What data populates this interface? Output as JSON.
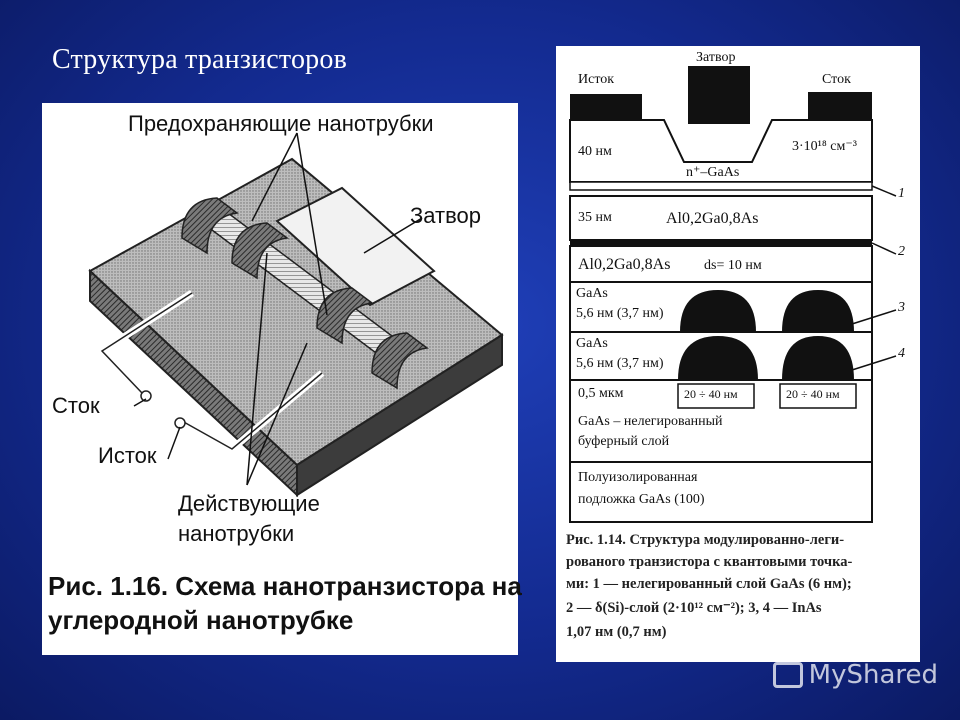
{
  "slide": {
    "title": "Структура транзисторов"
  },
  "left_figure": {
    "labels": {
      "protective": "Предохраняющие нанотрубки",
      "gate": "Затвор",
      "drain": "Сток",
      "source": "Исток",
      "active_line1": "Действующие",
      "active_line2": "нанотрубки"
    },
    "caption_line1": "Рис. 1.16. Схема нанотранзистора на",
    "caption_line2": "углеродной нанотрубке"
  },
  "right_figure": {
    "labels": {
      "source": "Исток",
      "gate": "Затвор",
      "drain": "Сток"
    },
    "layers": {
      "l1_thick": "40 нм",
      "l1_material": "n⁺–GaAs",
      "l1_doping": "3·10¹⁸ см⁻³",
      "l2_thick": "35 нм",
      "l2_material": "Al0,2Ga0,8As",
      "l3_material": "Al0,2Ga0,8As",
      "l3_ds": "ds= 10 нм",
      "l4_line1": "GaAs",
      "l4_line2": "5,6 нм (3,7 нм)",
      "l5_line1": "GaAs",
      "l5_line2": "5,6 нм (3,7 нм)",
      "l6_thick": "0,5 мкм",
      "l6_line1": "GaAs – нелегированный",
      "l6_line2": "буферный слой",
      "dot_width_a": "20 ÷ 40 нм",
      "dot_width_b": "20 ÷ 40 нм",
      "substrate_line1": "Полуизолированная",
      "substrate_line2": "подложка GaAs (100)"
    },
    "markers": [
      "1",
      "2",
      "3",
      "4"
    ],
    "caption_lines": [
      "Рис. 1.14. Структура модулированно-леги-",
      "рованого транзистора с квантовыми точка-",
      "ми: 1 — нелегированный слой GaAs (6 нм);",
      "2 — δ(Si)-слой (2·10¹² см⁻²); 3, 4 — InAs",
      "1,07 нм (0,7 нм)"
    ]
  },
  "watermark": {
    "text": "MyShared"
  }
}
